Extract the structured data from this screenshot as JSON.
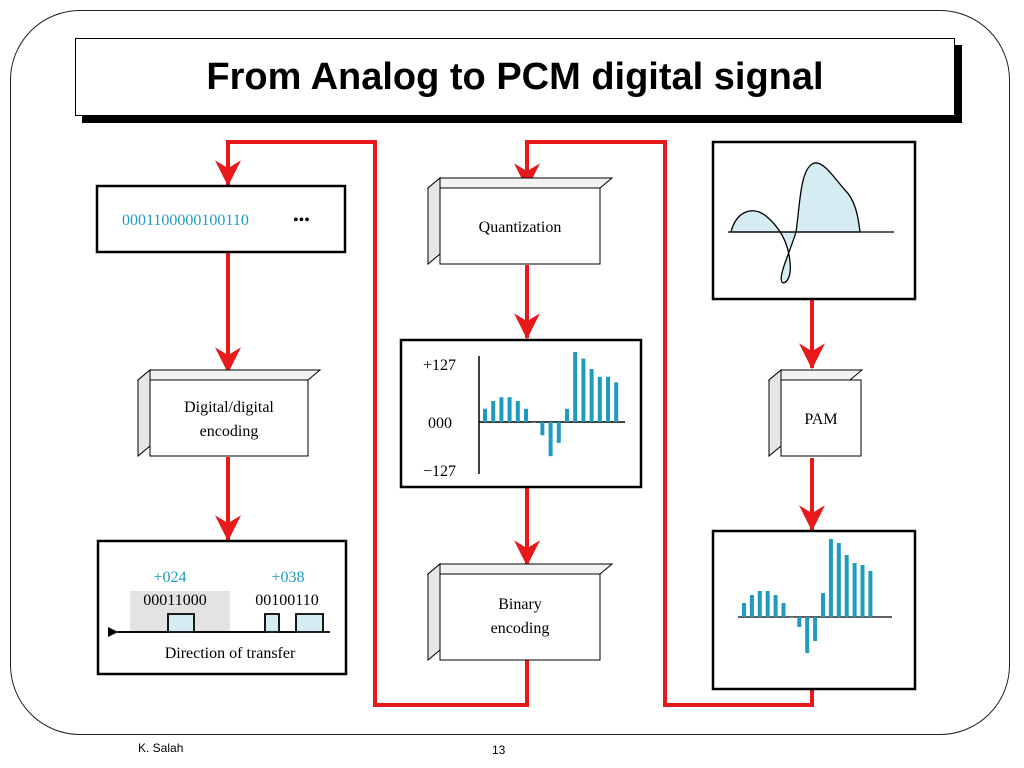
{
  "slide": {
    "title": "From Analog to PCM digital signal",
    "footer_author": "K. Salah",
    "page_number": "13"
  },
  "diagram": {
    "bitstream_box": {
      "bits": "0001100000100110",
      "ellipsis": "•••"
    },
    "digital_encoding_block": {
      "line1": "Digital/digital",
      "line2": "encoding"
    },
    "transfer_box": {
      "value1": "+024",
      "value2": "+038",
      "code1": "00011000",
      "code2": "00100110",
      "direction_label": "Direction of transfer"
    },
    "quantization_block": {
      "label": "Quantization"
    },
    "quantized_graph": {
      "max_label": "+127",
      "zero_label": "000",
      "min_label": "−127",
      "samples": [
        24,
        38,
        45,
        45,
        38,
        24,
        0,
        -24,
        -62,
        -38,
        24,
        127,
        115,
        96,
        82,
        82,
        72
      ]
    },
    "binary_encoding_block": {
      "line1": "Binary",
      "line2": "encoding"
    },
    "pam_block": {
      "label": "PAM"
    },
    "pam_graph": {
      "samples": [
        14,
        22,
        26,
        26,
        22,
        14,
        0,
        -10,
        -36,
        -24,
        24,
        78,
        74,
        62,
        54,
        52,
        46
      ]
    },
    "colors": {
      "arrow": "#e8191b",
      "accent": "#1e9bbf",
      "wave_fill": "#d6ecf3",
      "box_border": "#000000"
    }
  }
}
